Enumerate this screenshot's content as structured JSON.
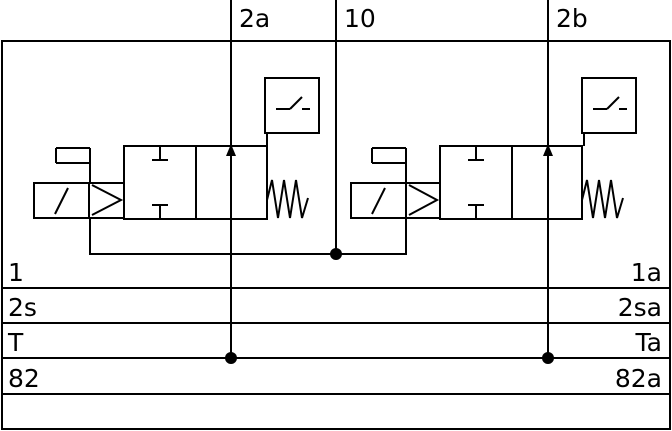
{
  "ports": {
    "left_out": "2a",
    "pilot": "10",
    "right_out": "2b"
  },
  "rows": [
    {
      "left": "1",
      "right": "1a"
    },
    {
      "left": "2s",
      "right": "2sa"
    },
    {
      "left": "T",
      "right": "Ta"
    },
    {
      "left": "82",
      "right": "82a"
    }
  ],
  "colors": {
    "line": "#000000",
    "background": "#ffffff"
  }
}
